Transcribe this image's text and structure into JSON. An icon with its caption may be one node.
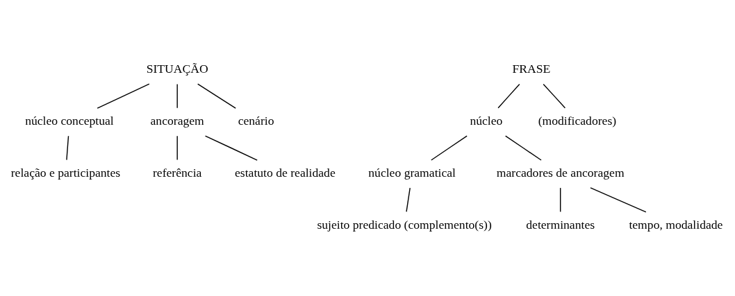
{
  "diagram": {
    "nodes": [
      {
        "text": [
          "SITUAÇÃO"
        ]
      },
      {
        "text": [
          "núcleo conceptual"
        ]
      },
      {
        "text": [
          "ancoragem"
        ]
      },
      {
        "text": [
          "cenário"
        ]
      },
      {
        "text": [
          "relação e participantes"
        ]
      },
      {
        "text": [
          "referência"
        ]
      },
      {
        "text": [
          "estatuto de realidade"
        ]
      },
      {
        "text": [
          "FRASE"
        ]
      },
      {
        "text": [
          "núcleo"
        ]
      },
      {
        "text": [
          "(modificadores)"
        ]
      },
      {
        "text": [
          "núcleo gramatical"
        ]
      },
      {
        "text": [
          "marcadores de ancoragem"
        ]
      },
      {
        "text": [
          "sujeito predicado (complemento(s))"
        ]
      },
      {
        "text": [
          "determinantes"
        ]
      },
      {
        "text": [
          "tempo, modalidade"
        ]
      }
    ],
    "edges": [
      {
        "from": 0,
        "to": 1,
        "arrow": "none"
      },
      {
        "from": 0,
        "to": 2,
        "arrow": "none"
      },
      {
        "from": 0,
        "to": 3,
        "arrow": "none"
      },
      {
        "from": 1,
        "to": 4,
        "arrow": "none"
      },
      {
        "from": 2,
        "to": 5,
        "arrow": "none"
      },
      {
        "from": 2,
        "to": 6,
        "arrow": "none"
      },
      {
        "from": 7,
        "to": 8,
        "arrow": "none"
      },
      {
        "from": 7,
        "to": 9,
        "arrow": "none"
      },
      {
        "from": 8,
        "to": 10,
        "arrow": "none"
      },
      {
        "from": 8,
        "to": 11,
        "arrow": "none"
      },
      {
        "from": 10,
        "to": 12,
        "arrow": "none"
      },
      {
        "from": 11,
        "to": 13,
        "arrow": "none"
      },
      {
        "from": 11,
        "to": 14,
        "arrow": "none"
      }
    ]
  }
}
